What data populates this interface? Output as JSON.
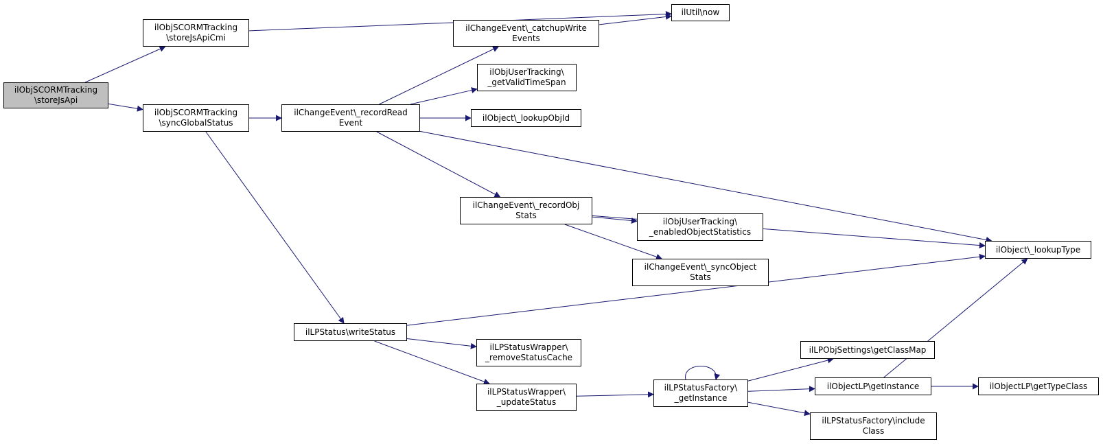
{
  "colors": {
    "edge": "#191970",
    "node_border": "#000000",
    "root_fill": "#bfbfbf",
    "node_fill": "#ffffff"
  },
  "nodes": {
    "storeJsApi": {
      "label": "ilObjSCORMTracking\n\\storeJsApi"
    },
    "storeJsApiCmi": {
      "label": "ilObjSCORMTracking\n\\storeJsApiCmi"
    },
    "syncGlobalStatus": {
      "label": "ilObjSCORMTracking\n\\syncGlobalStatus"
    },
    "utilNow": {
      "label": "ilUtil\\now"
    },
    "catchupWriteEvents": {
      "label": "ilChangeEvent\\_catchupWrite\nEvents"
    },
    "recordReadEvent": {
      "label": "ilChangeEvent\\_recordRead\nEvent"
    },
    "getValidTimeSpan": {
      "label": "ilObjUserTracking\\\n_getValidTimeSpan"
    },
    "lookupObjId": {
      "label": "ilObject\\_lookupObjId"
    },
    "recordObjStats": {
      "label": "ilChangeEvent\\_recordObj\nStats"
    },
    "enabledObjectStatistics": {
      "label": "ilObjUserTracking\\\n_enabledObjectStatistics"
    },
    "syncObjectStats": {
      "label": "ilChangeEvent\\_syncObject\nStats"
    },
    "lookupType": {
      "label": "ilObject\\_lookupType"
    },
    "writeStatus": {
      "label": "ilLPStatus\\writeStatus"
    },
    "removeStatusCache": {
      "label": "ilLPStatusWrapper\\\n_removeStatusCache"
    },
    "updateStatus": {
      "label": "ilLPStatusWrapper\\\n_updateStatus"
    },
    "statusFactoryGetInstance": {
      "label": "ilLPStatusFactory\\\n_getInstance"
    },
    "getClassMap": {
      "label": "ilLPObjSettings\\getClassMap"
    },
    "objectLPGetInstance": {
      "label": "ilObjectLP\\getInstance"
    },
    "includeClass": {
      "label": "ilLPStatusFactory\\include\nClass"
    },
    "getTypeClass": {
      "label": "ilObjectLP\\getTypeClass"
    }
  },
  "edges": [
    [
      "storeJsApi",
      "storeJsApiCmi"
    ],
    [
      "storeJsApi",
      "syncGlobalStatus"
    ],
    [
      "storeJsApiCmi",
      "utilNow"
    ],
    [
      "syncGlobalStatus",
      "recordReadEvent"
    ],
    [
      "syncGlobalStatus",
      "writeStatus"
    ],
    [
      "recordReadEvent",
      "catchupWriteEvents"
    ],
    [
      "recordReadEvent",
      "getValidTimeSpan"
    ],
    [
      "recordReadEvent",
      "lookupObjId"
    ],
    [
      "recordReadEvent",
      "recordObjStats"
    ],
    [
      "recordReadEvent",
      "lookupType"
    ],
    [
      "catchupWriteEvents",
      "utilNow"
    ],
    [
      "recordObjStats",
      "enabledObjectStatistics"
    ],
    [
      "recordObjStats",
      "syncObjectStats"
    ],
    [
      "recordObjStats",
      "lookupType"
    ],
    [
      "writeStatus",
      "lookupType"
    ],
    [
      "writeStatus",
      "removeStatusCache"
    ],
    [
      "writeStatus",
      "updateStatus"
    ],
    [
      "updateStatus",
      "statusFactoryGetInstance"
    ],
    [
      "statusFactoryGetInstance",
      "statusFactoryGetInstance"
    ],
    [
      "statusFactoryGetInstance",
      "getClassMap"
    ],
    [
      "statusFactoryGetInstance",
      "objectLPGetInstance"
    ],
    [
      "statusFactoryGetInstance",
      "includeClass"
    ],
    [
      "objectLPGetInstance",
      "lookupType"
    ],
    [
      "objectLPGetInstance",
      "getTypeClass"
    ]
  ]
}
